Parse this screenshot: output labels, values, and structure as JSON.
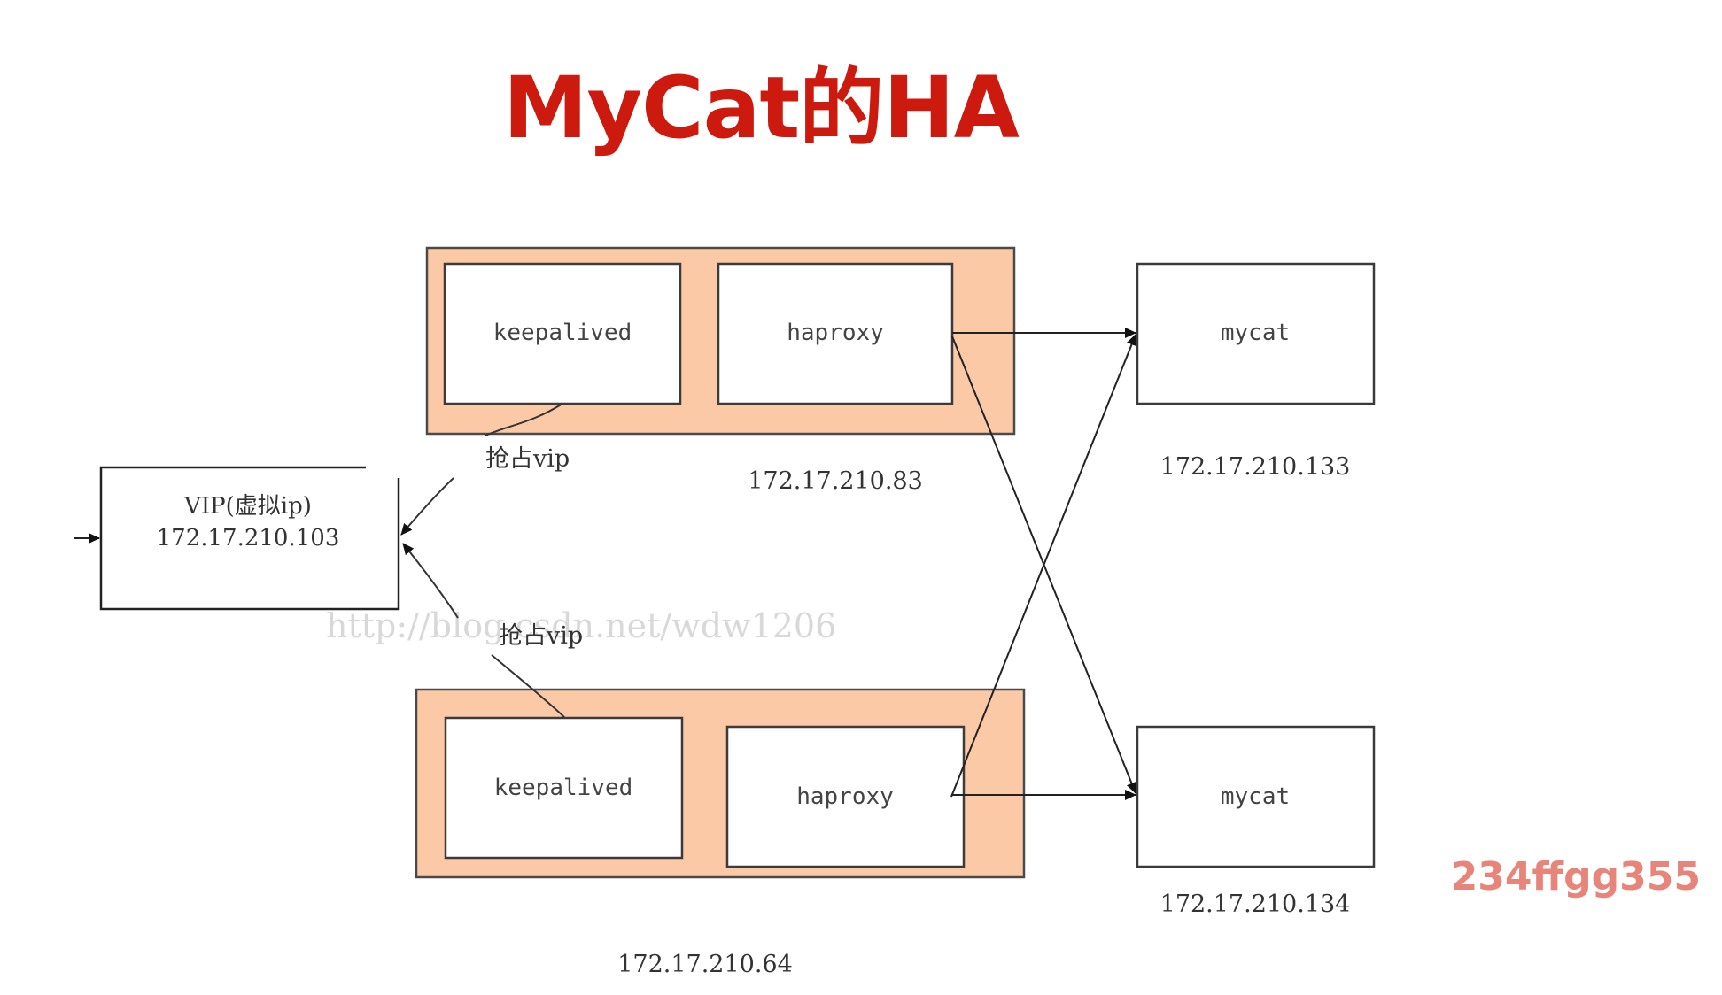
{
  "title": "MyCat的HA",
  "corner_watermark": "234ffgg355",
  "faint_watermark": "http://blog.csdn.net/wdw1206",
  "vip": {
    "line1": "VIP(虚拟ip)",
    "line2": "172.17.210.103"
  },
  "grab_label": "抢占vip",
  "hosts": [
    {
      "ip": "172.17.210.83",
      "keepalived": "keepalived",
      "haproxy": "haproxy"
    },
    {
      "ip": "172.17.210.64",
      "keepalived": "keepalived",
      "haproxy": "haproxy"
    }
  ],
  "mycats": [
    {
      "label": "mycat",
      "ip": "172.17.210.133"
    },
    {
      "label": "mycat",
      "ip": "172.17.210.134"
    }
  ],
  "colors": {
    "title": "#cc1a0e",
    "host_fill": "#fbc9a6",
    "corner_watermark": "#e8857b"
  }
}
